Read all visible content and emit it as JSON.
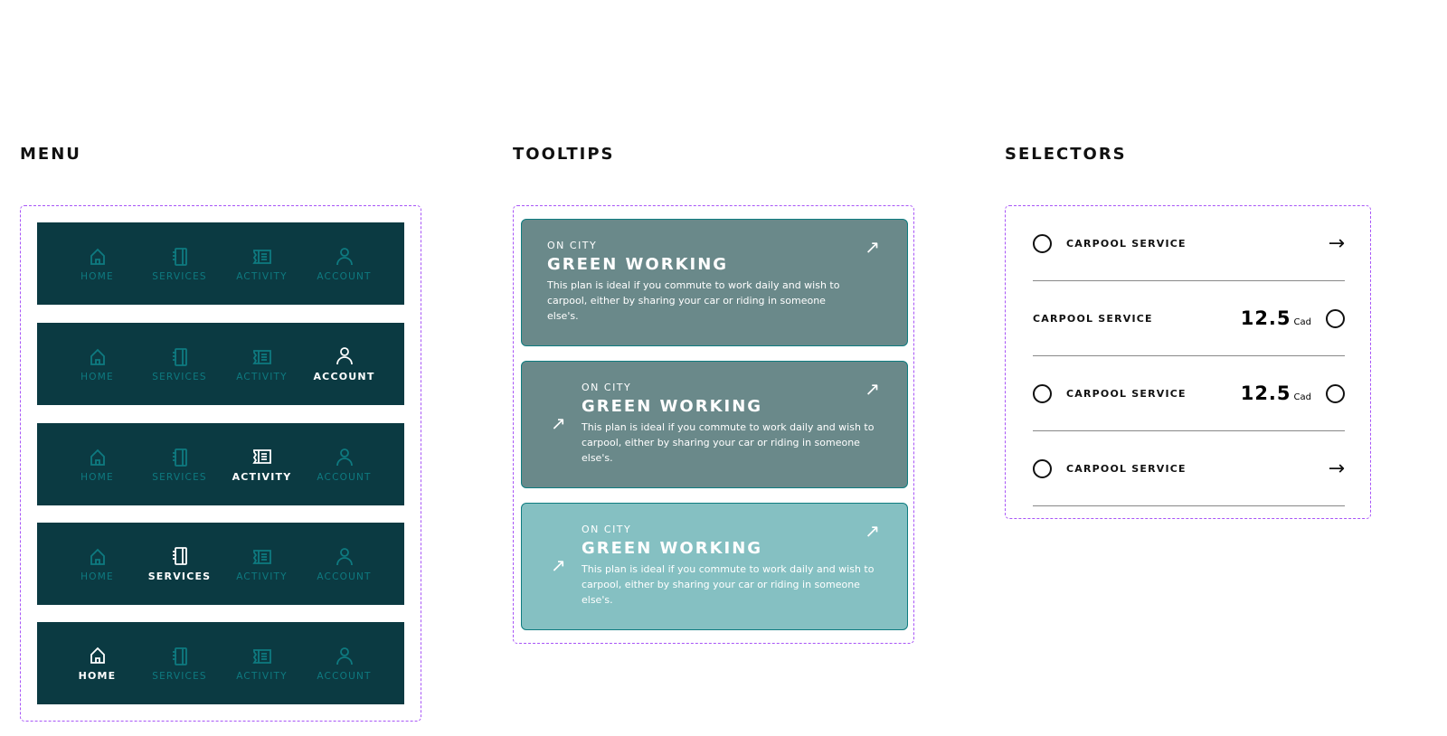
{
  "sections": {
    "menu": "MENU",
    "tooltips": "TOOLTIPS",
    "selectors": "SELECTORS"
  },
  "colors": {
    "menu_bg": "#0b3a42",
    "menu_inactive": "#0e7a80",
    "tooltip_bg": "#6a898a",
    "tooltip_light_bg": "#85c0c2",
    "tooltip_border": "#0e7c80",
    "frame": "#a855f7"
  },
  "menu": {
    "items": [
      {
        "label": "HOME",
        "icon": "home-icon"
      },
      {
        "label": "SERVICES",
        "icon": "notebook-icon"
      },
      {
        "label": "ACTIVITY",
        "icon": "ticket-list-icon"
      },
      {
        "label": "ACCOUNT",
        "icon": "user-icon"
      }
    ],
    "bars": [
      {
        "active": -1
      },
      {
        "active": 3
      },
      {
        "active": 2
      },
      {
        "active": 1
      },
      {
        "active": 0
      }
    ]
  },
  "tooltips": [
    {
      "eyebrow": "ON CITY",
      "title": "GREEN WORKING",
      "desc": "This plan is ideal if you commute to work daily and wish to carpool, either by sharing your car or riding in someone else's.",
      "arrow": "↗",
      "left_arrow": false,
      "variant": "dark"
    },
    {
      "eyebrow": "ON CITY",
      "title": "GREEN WORKING",
      "desc": "This plan is ideal if you commute to work daily and wish to carpool, either by sharing your car or riding in someone else's.",
      "arrow": "↗",
      "left_arrow": true,
      "variant": "dark"
    },
    {
      "eyebrow": "ON CITY",
      "title": "GREEN WORKING",
      "desc": "This plan is ideal if you commute to work daily and wish to carpool, either by sharing your car or riding in someone else's.",
      "arrow": "↗",
      "left_arrow": true,
      "variant": "light"
    }
  ],
  "selectors": [
    {
      "label": "CARPOOL SERVICE",
      "left_radio": true,
      "price": null,
      "unit": null,
      "right": "arrow",
      "arrow": "→"
    },
    {
      "label": "CARPOOL SERVICE",
      "left_radio": false,
      "price": "12.5",
      "unit": "Cad",
      "right": "radio"
    },
    {
      "label": "CARPOOL SERVICE",
      "left_radio": true,
      "price": "12.5",
      "unit": "Cad",
      "right": "radio"
    },
    {
      "label": "CARPOOL SERVICE",
      "left_radio": true,
      "price": null,
      "unit": null,
      "right": "arrow",
      "arrow": "→"
    }
  ]
}
